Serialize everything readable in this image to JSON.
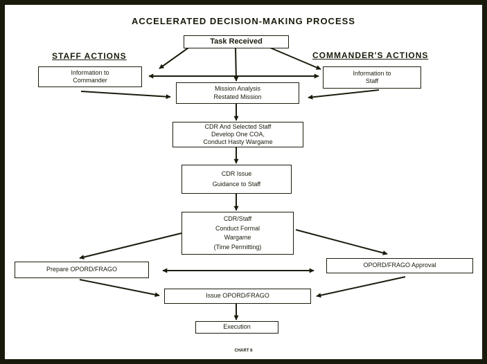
{
  "diagram": {
    "title": "ACCELERATED DECISION-MAKING PROCESS",
    "staff_heading": "STAFF ACTIONS",
    "commander_heading": "COMMANDER'S ACTIONS",
    "footnote": "CHART 6",
    "line_color": "#1a1a0c",
    "nodes": {
      "task_received": [
        "Task Received"
      ],
      "info_to_commander": [
        "Information to",
        "Commander"
      ],
      "info_to_staff": [
        "Information to",
        "Staff"
      ],
      "mission_analysis": [
        "Mission Analysis",
        "Restated Mission"
      ],
      "develop_coa": [
        "CDR And Selected Staff",
        "Develop One COA,",
        "Conduct Hasty Wargame"
      ],
      "cdr_issue_guidance": [
        "CDR Issue",
        "Guidance to Staff"
      ],
      "formal_wargame": [
        "CDR/Staff",
        "Conduct Formal",
        "Wargame",
        "(Time Permitting)"
      ],
      "prepare_opord": [
        "Prepare OPORD/FRAGO"
      ],
      "opord_approval": [
        "OPORD/FRAGO Approval"
      ],
      "issue_opord": [
        "Issue OPORD/FRAGO"
      ],
      "execution": [
        "Execution"
      ]
    }
  }
}
